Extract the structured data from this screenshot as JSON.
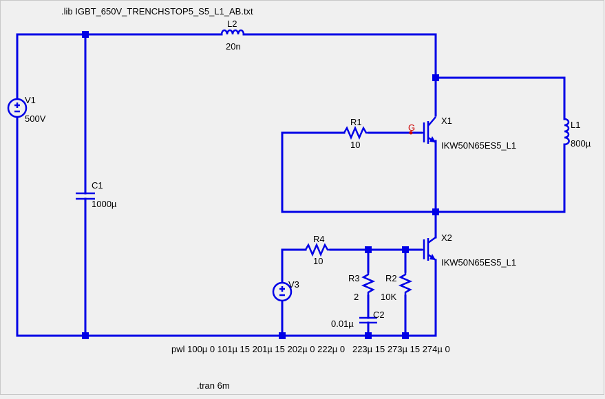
{
  "directives": {
    "lib": ".lib IGBT_650V_TRENCHSTOP5_S5_L1_AB.txt",
    "pwl": "pwl 100µ 0 101µ 15 201µ 15 202µ 0 222µ 0   223µ 15 273µ 15 274µ 0",
    "tran": ".tran 6m"
  },
  "components": {
    "V1": {
      "name": "V1",
      "value": "500V"
    },
    "C1": {
      "name": "C1",
      "value": "1000µ"
    },
    "L2": {
      "name": "L2",
      "value": "20n"
    },
    "L1": {
      "name": "L1",
      "value": "800µ"
    },
    "R1": {
      "name": "R1",
      "value": "10"
    },
    "X1": {
      "name": "X1",
      "model": "IKW50N65ES5_L1",
      "gate_label": "G"
    },
    "X2": {
      "name": "X2",
      "model": "IKW50N65ES5_L1"
    },
    "R4": {
      "name": "R4",
      "value": "10"
    },
    "R3": {
      "name": "R3",
      "value": "2"
    },
    "R2": {
      "name": "R2",
      "value": "10K"
    },
    "C2": {
      "name": "C2",
      "value": "0.01µ"
    },
    "V3": {
      "name": "V3"
    }
  },
  "colors": {
    "wire": "#0000e6",
    "background": "#f0f0f0",
    "gate_label": "#cc0000"
  }
}
